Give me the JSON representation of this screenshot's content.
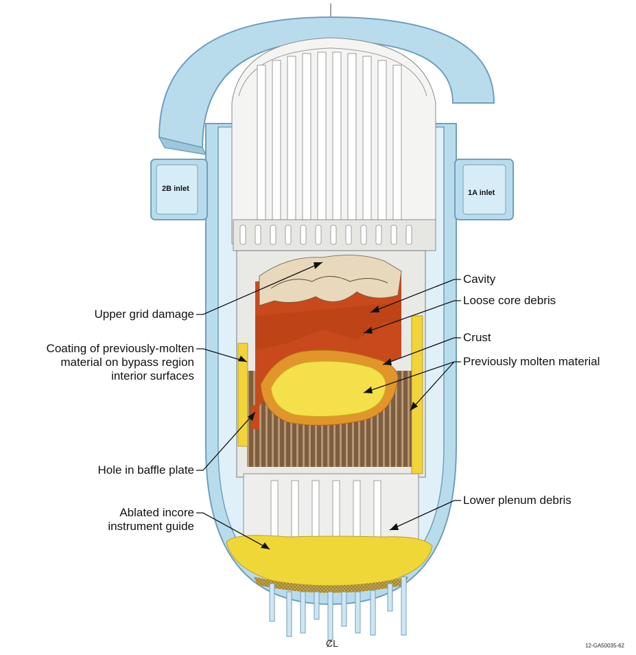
{
  "labels": {
    "inlet_2b": "2B inlet",
    "inlet_1a": "1A inlet",
    "cavity": "Cavity",
    "loose_core_debris": "Loose core debris",
    "crust": "Crust",
    "previously_molten_material": "Previously molten material",
    "upper_grid_damage": "Upper grid damage",
    "coating_line1": "Coating of previously-molten",
    "coating_line2": "material on bypass region",
    "coating_line3": "interior surfaces",
    "hole_in_baffle_plate": "Hole in baffle plate",
    "ablated_line1": "Ablated incore",
    "ablated_line2": "instrument guide",
    "lower_plenum_debris": "Lower plenum debris",
    "centerline_symbol": "ȻL",
    "figure_code": "12-GA50035-62"
  },
  "colors": {
    "vessel_blue": "#b9dcec",
    "vessel_outline": "#6f9fbd",
    "internals_white": "#f4f4f2",
    "cavity_beige": "#e8d8bc",
    "loose_debris_orange": "#c84a1c",
    "crust_orange": "#e2952a",
    "molten_yellow": "#f3e04a",
    "rods_brown": "#8a6a4a",
    "lower_plenum_yellow": "#efd738"
  }
}
